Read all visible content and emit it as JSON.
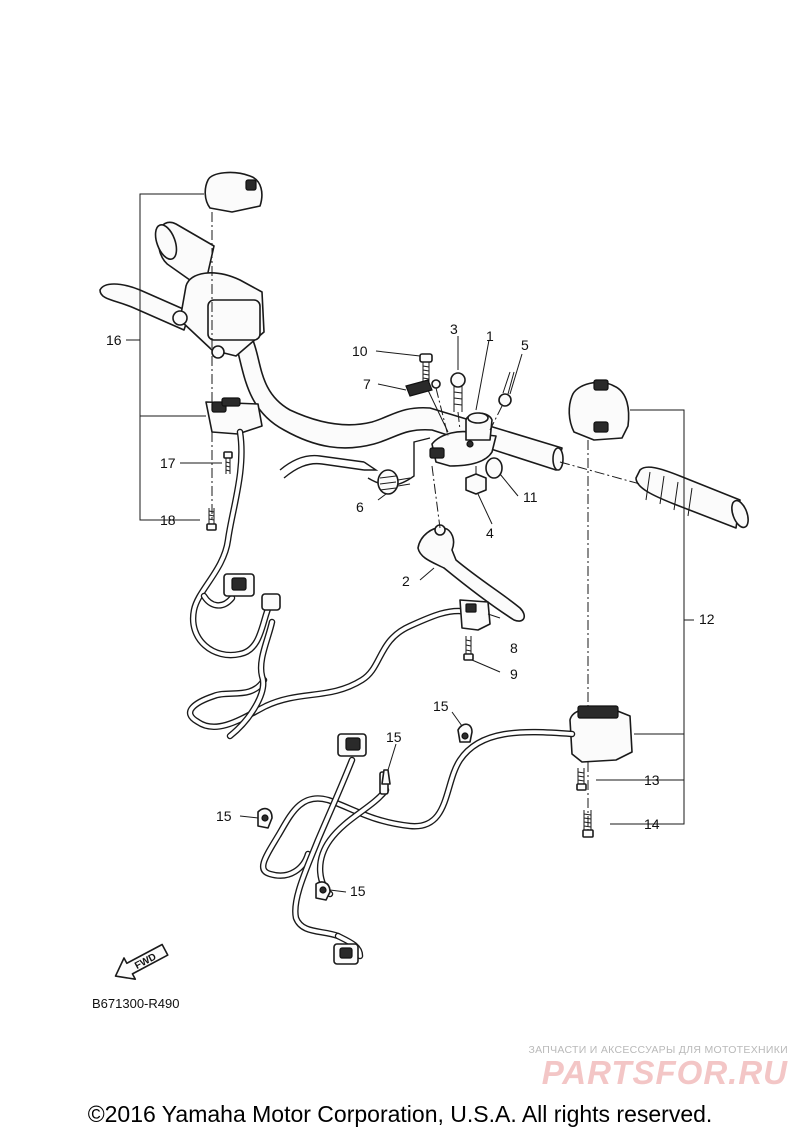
{
  "diagram": {
    "callouts": {
      "c1": "1",
      "c2": "2",
      "c3": "3",
      "c4": "4",
      "c5": "5",
      "c6": "6",
      "c7": "7",
      "c8": "8",
      "c9": "9",
      "c10": "10",
      "c11": "11",
      "c12": "12",
      "c13": "13",
      "c14": "14",
      "c15a": "15",
      "c15b": "15",
      "c15c": "15",
      "c15d": "15",
      "c16": "16",
      "c17": "17",
      "c18": "18"
    },
    "fwd_label": "FWD",
    "diagram_code": "B671300-R490"
  },
  "watermark": {
    "tagline": "ЗАПЧАСТИ И АКСЕССУАРЫ ДЛЯ МОТОТЕХНИКИ",
    "logo": "PARTSFOR.RU"
  },
  "footer": {
    "copyright": "©2016 Yamaha Motor Corporation, U.S.A. All rights reserved."
  }
}
